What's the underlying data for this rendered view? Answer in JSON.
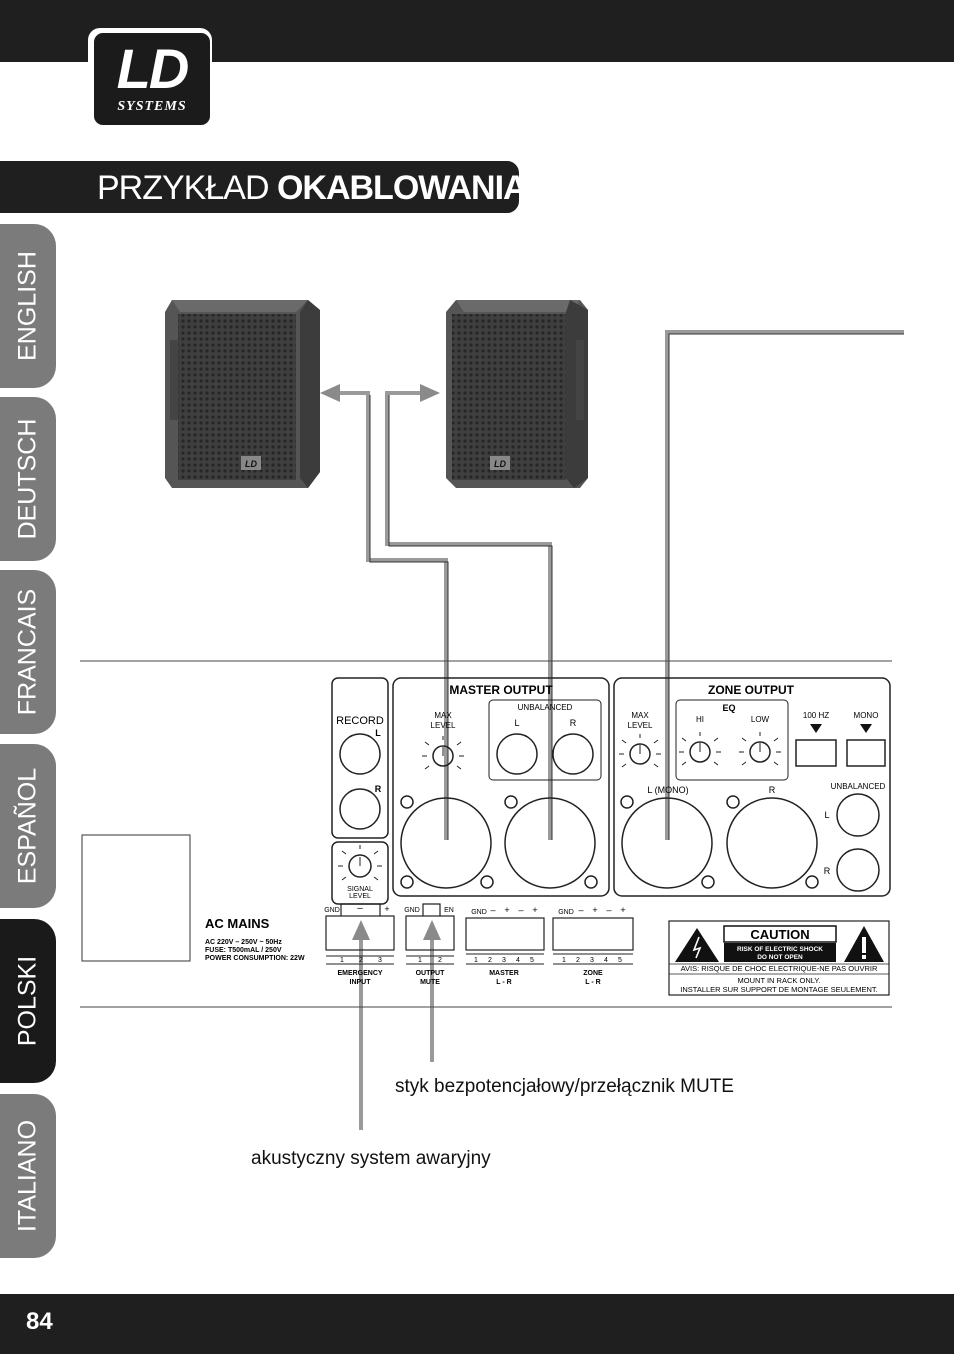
{
  "logo": {
    "mark": "LD",
    "subtitle": "SYSTEMS"
  },
  "title": {
    "light": "PRZYKŁAD ",
    "bold": "OKABLOWANIA",
    "suffix": ":"
  },
  "language_tabs": [
    {
      "label": "ENGLISH",
      "active": false
    },
    {
      "label": "DEUTSCH",
      "active": false
    },
    {
      "label": "FRANCAIS",
      "active": false
    },
    {
      "label": "ESPAÑOL",
      "active": false
    },
    {
      "label": "POLSKI",
      "active": true
    },
    {
      "label": "ITALIANO",
      "active": false
    }
  ],
  "panel": {
    "record": "RECORD",
    "record_l": "L",
    "record_r": "R",
    "signal_level": [
      "SIGNAL",
      "LEVEL"
    ],
    "master_output": "MASTER OUTPUT",
    "max_level": [
      "MAX",
      "LEVEL"
    ],
    "unbalanced": "UNBALANCED",
    "l": "L",
    "r": "R",
    "zone_output": "ZONE OUTPUT",
    "eq": "EQ",
    "hi": "HI",
    "low": "LOW",
    "hz100": "100 HZ",
    "mono": "MONO",
    "l_mono": "L (MONO)",
    "ac_mains": "AC MAINS",
    "ac_specs": [
      "AC 220V – 250V ~ 50Hz",
      "FUSE: T500mAL / 250V",
      "POWER CONSUMPTION: 22W"
    ],
    "gnd": "GND",
    "en": "EN",
    "emergency_input": [
      "EMERGENCY",
      "INPUT"
    ],
    "output_mute": [
      "OUTPUT",
      "MUTE"
    ],
    "master_lr": [
      "MASTER",
      "L - R"
    ],
    "zone_lr": [
      "ZONE",
      "L - R"
    ],
    "caution": "CAUTION",
    "risk": [
      "RISK OF ELECTRIC SHOCK",
      "DO NOT OPEN"
    ],
    "avis": "AVIS: RISQUE DE CHOC ELECTRIQUE-NE PAS OUVRIR",
    "mount": [
      "MOUNT IN RACK ONLY.",
      "INSTALLER SUR SUPPORT DE MONTAGE SEULEMENT."
    ],
    "speaker_badge": "LD"
  },
  "captions": {
    "mute": "styk bezpotencjałowy/przełącznik MUTE",
    "emergency": "akustyczny system awaryjny"
  },
  "page_number": "84"
}
